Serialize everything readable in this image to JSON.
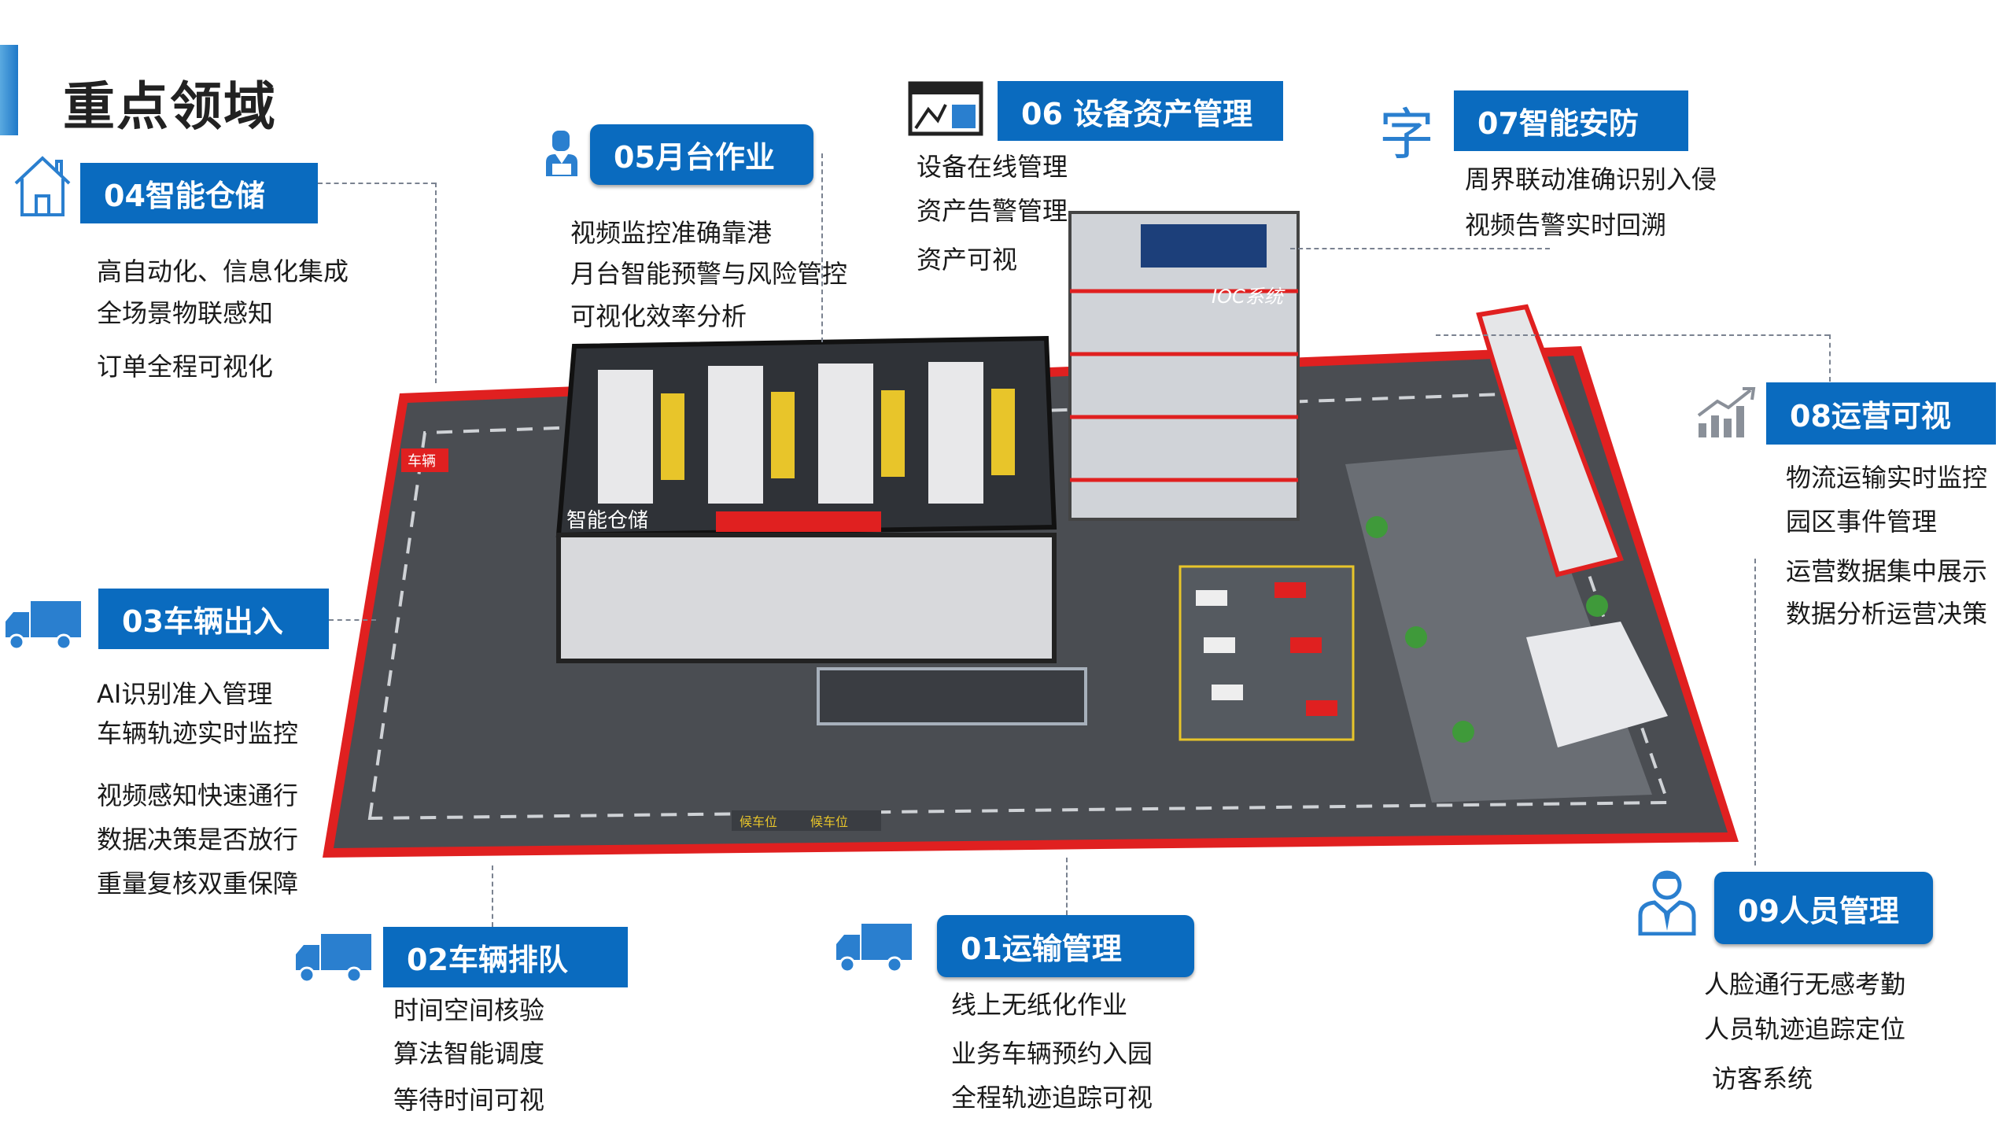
{
  "page_title": "重点领域",
  "colors": {
    "accent": "#0a6bbf",
    "map_red": "#e02020",
    "map_ground": "#4a4d52"
  },
  "map": {
    "building_label": "IOC系统",
    "warehouse_label": "智能仓储",
    "parking_labels": [
      "候车位",
      "候车位"
    ],
    "gate_label": "车辆"
  },
  "sections": [
    {
      "id": "04",
      "label": "04智能仓储",
      "icon": "house-icon",
      "items": [
        "高自动化、信息化集成",
        "全场景物联感知",
        "订单全程可视化"
      ]
    },
    {
      "id": "05",
      "label": "05月台作业",
      "icon": "worker-icon",
      "items": [
        "视频监控准确靠港",
        "月台智能预警与风险管控",
        "可视化效率分析"
      ]
    },
    {
      "id": "06",
      "label": "06 设备资产管理",
      "icon": "monitor-dashboard-icon",
      "items": [
        "设备在线管理",
        "资产告警管理",
        "资产可视"
      ]
    },
    {
      "id": "07",
      "label": "07智能安防",
      "icon": "shield-char-icon",
      "icon_char": "字",
      "items": [
        "周界联动准确识别入侵",
        "视频告警实时回溯"
      ]
    },
    {
      "id": "08",
      "label": "08运营可视",
      "icon": "bar-chart-icon",
      "items": [
        "物流运输实时监控",
        "园区事件管理",
        "运营数据集中展示",
        "数据分析运营决策"
      ]
    },
    {
      "id": "03",
      "label": "03车辆出入",
      "icon": "truck-icon",
      "items": [
        "AI识别准入管理",
        "车辆轨迹实时监控",
        "视频感知快速通行",
        "数据决策是否放行",
        "重量复核双重保障"
      ]
    },
    {
      "id": "02",
      "label": "02车辆排队",
      "icon": "truck-icon",
      "items": [
        "时间空间核验",
        "算法智能调度",
        "等待时间可视"
      ]
    },
    {
      "id": "01",
      "label": "01运输管理",
      "icon": "truck-icon",
      "items": [
        "线上无纸化作业",
        "业务车辆预约入园",
        "全程轨迹追踪可视"
      ]
    },
    {
      "id": "09",
      "label": "09人员管理",
      "icon": "person-icon",
      "items": [
        "人脸通行无感考勤",
        "人员轨迹追踪定位",
        "访客系统"
      ]
    }
  ]
}
